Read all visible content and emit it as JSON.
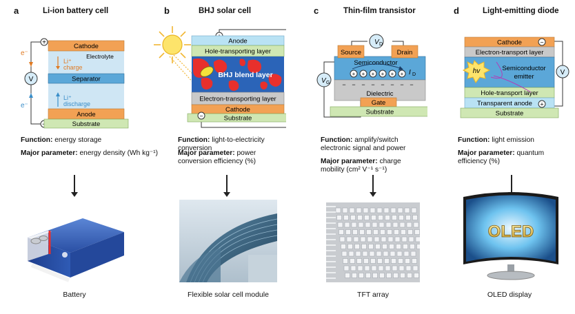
{
  "panels": [
    {
      "letter": "a",
      "title": "Li-ion battery cell",
      "layers": {
        "cathode": "Cathode",
        "electrolyte": "Electrolyte",
        "separator": "Separator",
        "anode": "Anode",
        "substrate": "Substrate"
      },
      "labels": {
        "electron_top": "e⁻",
        "electron_bottom": "e⁻",
        "plus": "+",
        "minus": "−",
        "meter": "V",
        "li_charge": "Li⁺",
        "charge": "charge",
        "li_discharge": "Li⁺",
        "discharge": "discharge"
      },
      "function_label": "Function:",
      "function_text": " energy storage",
      "param_label": "Major parameter:",
      "param_text": " energy density (Wh kg⁻¹)",
      "caption": "Battery"
    },
    {
      "letter": "b",
      "title": "BHJ solar cell",
      "layers": {
        "anode": "Anode",
        "htl": "Hole-transporting layer",
        "blend": "BHJ blend layer",
        "etl": "Electron-transporting layer",
        "cathode": "Cathode",
        "substrate": "Substrate"
      },
      "labels": {
        "plus": "+",
        "minus": "−"
      },
      "function_label": "Function:",
      "function_text": " light-to-electricity conversion",
      "param_label": "Major parameter:",
      "param_text": " power conversion efficiency (%)",
      "caption": "Flexible solar cell module"
    },
    {
      "letter": "c",
      "title": "Thin-film transistor",
      "layers": {
        "source": "Source",
        "drain": "Drain",
        "semiconductor": "Semiconductor",
        "dielectric": "Dielectric",
        "gate": "Gate",
        "substrate": "Substrate"
      },
      "labels": {
        "vd": "V",
        "vd_sub": "D",
        "vg": "V",
        "vg_sub": "G",
        "id": "I",
        "id_sub": "D",
        "plus": "+",
        "minus": "−"
      },
      "function_label": "Function:",
      "function_text": " amplify/switch electronic signal and power",
      "param_label": "Major parameter:",
      "param_text": " charge mobility (cm² V⁻¹ s⁻¹)",
      "caption": "TFT array"
    },
    {
      "letter": "d",
      "title": "Light-emitting diode",
      "layers": {
        "cathode": "Cathode",
        "etl": "Electron-transport layer",
        "emitter1": "Semiconductor",
        "emitter2": "emitter",
        "htl": "Hole-transport layer",
        "anode": "Transparent anode",
        "substrate": "Substrate"
      },
      "labels": {
        "hv": "hv",
        "meter": "V",
        "plus": "+",
        "minus": "−"
      },
      "function_label": "Function:",
      "function_text": " light emission",
      "param_label": "Major parameter:",
      "param_text": " quantum efficiency (%)",
      "caption": "OLED display",
      "screen_text": "OLED"
    }
  ],
  "colors": {
    "orange": "#f2a154",
    "blue": "#5ba7d8",
    "light_blue": "#bfe1f3",
    "green": "#cfe7b3",
    "gray": "#c9c9c9",
    "red": "#e8302c"
  }
}
